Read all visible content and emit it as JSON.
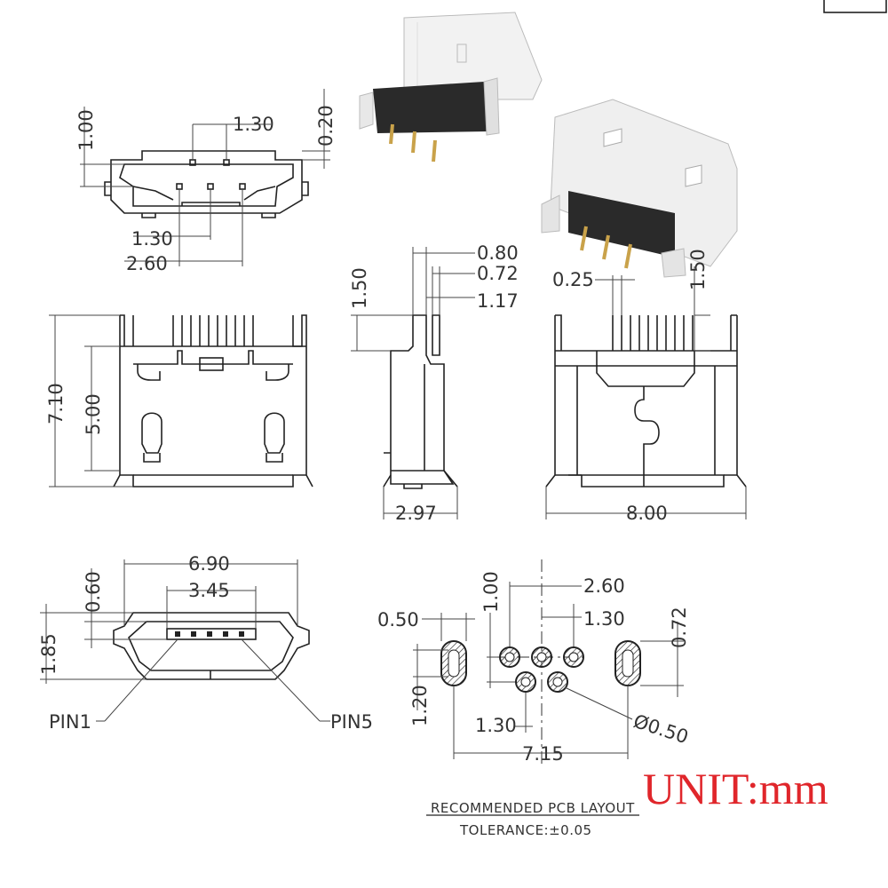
{
  "top_view": {
    "dim_pin_pitch_top": "1.30",
    "dim_height": "1.00",
    "dim_offset": "0.20",
    "dim_pin_pitch_bottom": "1.30",
    "dim_pin_span": "2.60"
  },
  "side_view": {
    "dim_thickness": "0.80",
    "dim_pin_w": "0.72",
    "dim_offset": "1.17",
    "dim_top": "1.50",
    "dim_depth": "2.97"
  },
  "front_view": {
    "dim_total_height": "7.10",
    "dim_body_height": "5.00"
  },
  "rear_view": {
    "dim_pin_w": "0.25",
    "dim_top": "1.50",
    "dim_width": "8.00"
  },
  "opening_view": {
    "dim_width": "6.90",
    "dim_inner": "3.45",
    "dim_height": "1.85",
    "dim_top": "0.60",
    "label_pin1": "PIN1",
    "label_pin5": "PIN5"
  },
  "pcb_layout": {
    "dim_pitch_span": "2.60",
    "dim_pitch": "1.30",
    "dim_row_gap": "1.00",
    "dim_slot_w": "0.50",
    "dim_slot_offset": "0.72",
    "dim_slot_h": "1.20",
    "dim_pitch_bottom": "1.30",
    "dim_hole_dia": "Ø0.50",
    "dim_total": "7.15",
    "title": "RECOMMENDED PCB LAYOUT",
    "tolerance": "TOLERANCE:±0.05"
  },
  "unit_label": "UNIT:mm",
  "colors": {
    "unit_red": "#e0262b",
    "line": "#222222"
  }
}
